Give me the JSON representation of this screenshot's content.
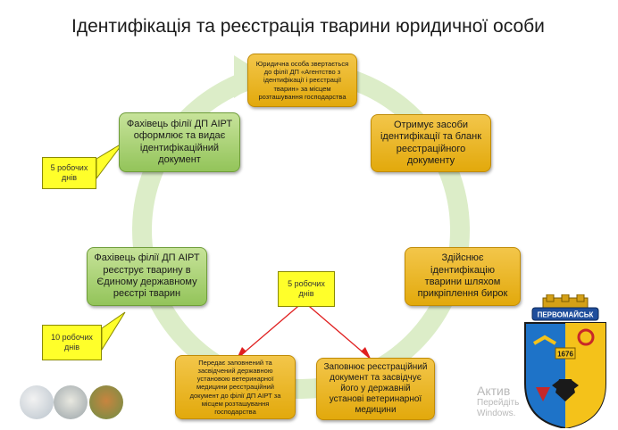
{
  "title": "Ідентифікація та реєстрація тварини юридичної особи",
  "steps": {
    "s1": "Юридична особа звертається до філії ДП «Агентство з ідентифікації і реєстрації тварин» за місцем розташування господарства",
    "s2": "Отримує засоби ідентифікації та бланк реєстраційного документу",
    "s3": "Здійснює ідентифікацію тварини шляхом прикріплення бирок",
    "s4": "Заповнює реєстраційний документ та засвідчує його у державній установі ветеринарної медицини",
    "s5": "Передає заповнений та засвідчений державною установою ветеринарної медицини реєстраційний документ до філії ДП АІРТ за місцем розташування господарства",
    "s6": "Фахівець філії ДП АІРТ реєструє тварину в Єдиному державному реєстрі тварин",
    "s7": "Фахівець філії ДП АІРТ оформлює та видає ідентифікаційний документ"
  },
  "callouts": {
    "c1": "5 робочих днів",
    "c2": "10 робочих днів",
    "c3": "5 робочих днів"
  },
  "emblem": {
    "banner": "ПЕРВОМАЙСЬК",
    "year": "1676"
  },
  "watermark": {
    "line1": "Актив",
    "line2": "Перейдіть",
    "line3": "Windows."
  },
  "colors": {
    "gold_box": "#e8b21c",
    "green_box": "#a6cf6c",
    "callout": "#ffff2a",
    "ring": "#dcedc8",
    "arrow": "#e02020"
  },
  "icons": [
    "cycle-arrow-icon",
    "emblem-icon",
    "photo-thumbnails"
  ]
}
